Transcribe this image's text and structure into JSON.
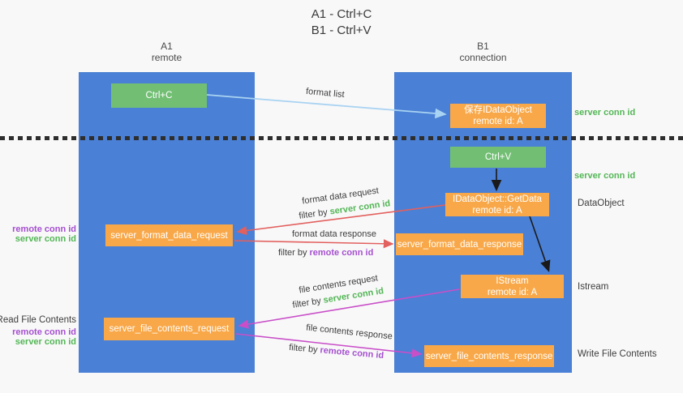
{
  "title": {
    "line1": "A1 - Ctrl+C",
    "line2": "B1 - Ctrl+V"
  },
  "lanes": {
    "left": {
      "name": "A1",
      "subtitle": "remote"
    },
    "right": {
      "name": "B1",
      "subtitle": "connection"
    }
  },
  "nodes": {
    "ctrl_c": {
      "label": "Ctrl+C"
    },
    "ctrl_v": {
      "label": "Ctrl+V"
    },
    "save_idataobject": {
      "line1": "保存IDataObject",
      "line2": "remote id: A"
    },
    "getdata": {
      "line1": "IDataObject::GetData",
      "line2": "remote id: A"
    },
    "istream": {
      "line1": "IStream",
      "line2": "remote id: A"
    },
    "format_request": {
      "label": "server_format_data_request"
    },
    "format_response": {
      "label": "server_format_data_response"
    },
    "file_request": {
      "label": "server_file_contents_request"
    },
    "file_response": {
      "label": "server_file_contents_response"
    }
  },
  "side_labels": {
    "server_conn_id_top": "server conn id",
    "server_conn_id_mid": "server conn id",
    "dataobject": "DataObject",
    "istream": "Istream",
    "write_file_contents": "Write File Contents",
    "read_file_contents": "Read File Contents",
    "remote_conn_id_a": "remote conn id",
    "server_conn_id_a": "server conn id",
    "remote_conn_id_b": "remote conn id",
    "server_conn_id_b": "server conn id"
  },
  "arrow_labels": {
    "format_list": "format list",
    "format_data_request": "format data request",
    "format_data_response": "format data response",
    "file_contents_request": "file contents request",
    "file_contents_response": "file contents response",
    "filter_by": "filter by",
    "server_conn_id": "server conn id",
    "remote_conn_id": "remote conn id"
  },
  "colors": {
    "lane_blue": "#4a80d5",
    "node_green": "#72bf74",
    "node_orange": "#f8a849",
    "label_green": "#53b656",
    "label_purple": "#a54fd0",
    "arrow_red": "#e2605e",
    "arrow_magenta": "#c94fc9",
    "arrow_lightblue": "#a9d3f2",
    "arrow_black": "#1a1a1a",
    "background": "#f8f8f8"
  }
}
